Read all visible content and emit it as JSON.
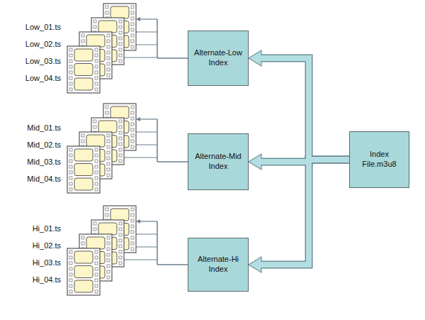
{
  "diagram": {
    "nodes": [
      {
        "text": [
          "Index File.m3u8"
        ]
      },
      {
        "text": [
          "Alternate-Low Index"
        ]
      },
      {
        "text": [
          "Alternate-Mid Index"
        ]
      },
      {
        "text": [
          "Alternate-Hi Index"
        ]
      }
    ],
    "edges": [
      {
        "from": 0,
        "to": 1,
        "arrow": "to"
      },
      {
        "from": 0,
        "to": 2,
        "arrow": "to"
      },
      {
        "from": 0,
        "to": 3,
        "arrow": "to"
      }
    ],
    "labels": [
      "Low_01.ts",
      "Low_02.ts",
      "Low_03.ts",
      "Low_04.ts",
      "Mid_01.ts",
      "Mid_02.ts",
      "Mid_03.ts",
      "Mid_04.ts",
      "Hi_01.ts",
      "Hi_02.ts",
      "Hi_03.ts",
      "Hi_04.ts"
    ]
  }
}
